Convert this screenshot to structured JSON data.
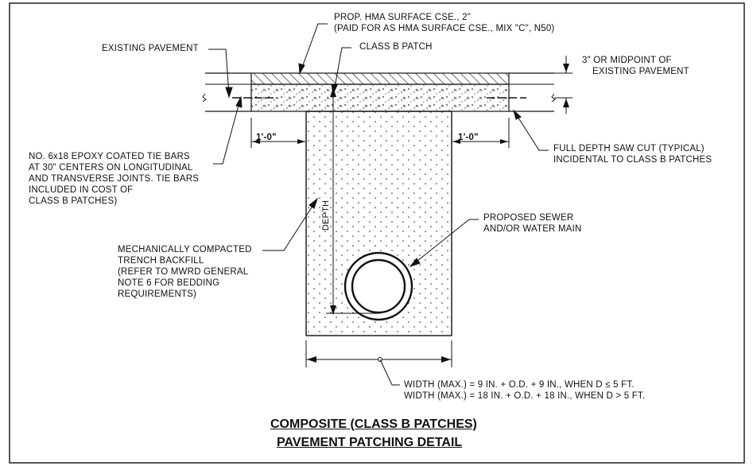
{
  "labels": {
    "surface_course": "PROP. HMA SURFACE CSE., 2\"",
    "surface_course_paid": "(PAID FOR AS HMA SURFACE CSE., MIX \"C\", N50)",
    "existing_pavement": "EXISTING PAVEMENT",
    "class_b_patch": "CLASS B PATCH",
    "depth_note_1": "3\" OR MIDPOINT OF",
    "depth_note_2": "EXISTING PAVEMENT",
    "offset_left": "1'-0\"",
    "offset_right": "1'-0\"",
    "tie_bars_1": "NO. 6x18 EPOXY COATED TIE BARS",
    "tie_bars_2": "AT 30\" CENTERS ON LONGITUDINAL",
    "tie_bars_3": "AND TRANSVERSE JOINTS. TIE BARS",
    "tie_bars_4": "INCLUDED IN COST OF",
    "tie_bars_5": "CLASS B PATCHES)",
    "saw_cut_1": "FULL DEPTH SAW CUT (TYPICAL)",
    "saw_cut_2": "INCIDENTAL TO CLASS B PATCHES",
    "sewer_1": "PROPOSED SEWER",
    "sewer_2": "AND/OR WATER MAIN",
    "backfill_1": "MECHANICALLY COMPACTED",
    "backfill_2": "TRENCH BACKFILL",
    "backfill_3": "(REFER TO MWRD GENERAL",
    "backfill_4": "NOTE 6 FOR BEDDING",
    "backfill_5": "REQUIREMENTS)",
    "depth": "DEPTH",
    "width_1": "WIDTH (MAX.) = 9 IN. + O.D. + 9 IN., WHEN D ≤ 5 FT.",
    "width_2": "WIDTH (MAX.) = 18 IN. + O.D. + 18 IN., WHEN D > 5 FT."
  },
  "title": {
    "line1": "COMPOSITE (CLASS B PATCHES)",
    "line2": "PAVEMENT PATCHING DETAIL"
  },
  "colors": {
    "ink": "#111111",
    "paper": "#ffffff"
  }
}
